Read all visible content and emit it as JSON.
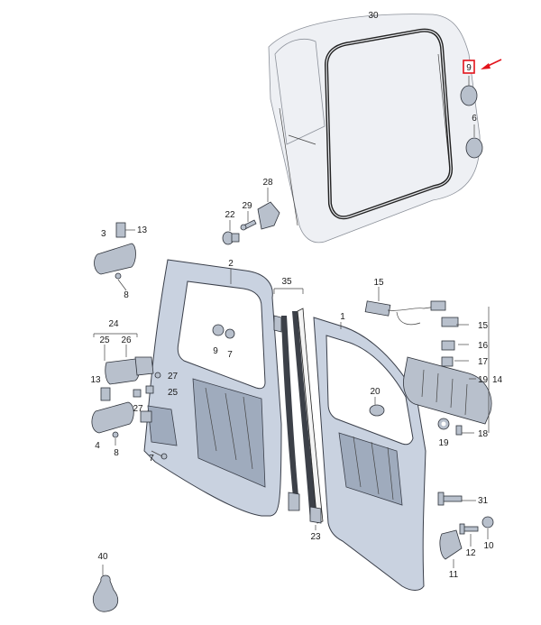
{
  "accent_color": "#e3131b",
  "callouts": {
    "c30": "30",
    "c9_top": "9",
    "c6": "6",
    "c28": "28",
    "c29": "29",
    "c22": "22",
    "c13_top": "13",
    "c3": "3",
    "c8_top": "8",
    "c2": "2",
    "c35": "35",
    "c1": "1",
    "c15_left": "15",
    "c15_right": "15",
    "c16": "16",
    "c17": "17",
    "c19_right": "19",
    "c14": "14",
    "c18": "18",
    "c20": "20",
    "c19_low": "19",
    "c24": "24",
    "c25_a": "25",
    "c26": "26",
    "c25_b": "25",
    "c27_a": "27",
    "c27_b": "27",
    "c13_low": "13",
    "c4": "4",
    "c8_low": "8",
    "c7_low": "7",
    "c9_mid": "9",
    "c7_mid": "7",
    "c31": "31",
    "c12": "12",
    "c10": "10",
    "c11": "11",
    "c23": "23",
    "c40": "40"
  }
}
